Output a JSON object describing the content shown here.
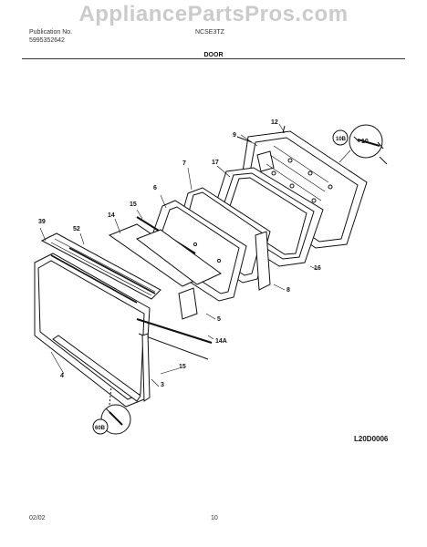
{
  "watermark": "AppliancePartsPros.com",
  "header": {
    "line1": "Publication No.",
    "line2": "5995352642",
    "model": "NCSE3TZ",
    "title": "DOOR"
  },
  "callouts": {
    "c12": "12",
    "c9": "9",
    "c10b": "10B",
    "c10": "10",
    "c7": "7",
    "c17": "17",
    "c6": "6",
    "c15a": "15",
    "c14a": "14",
    "c39": "39",
    "c52": "52",
    "c16": "16",
    "c8": "8",
    "c5": "5",
    "c14b": "14A",
    "c15b": "15",
    "c3": "3",
    "c4": "4",
    "c60b": "60B"
  },
  "diagram_code": "L20D0006",
  "footer": {
    "date": "02/02",
    "page": "10"
  }
}
